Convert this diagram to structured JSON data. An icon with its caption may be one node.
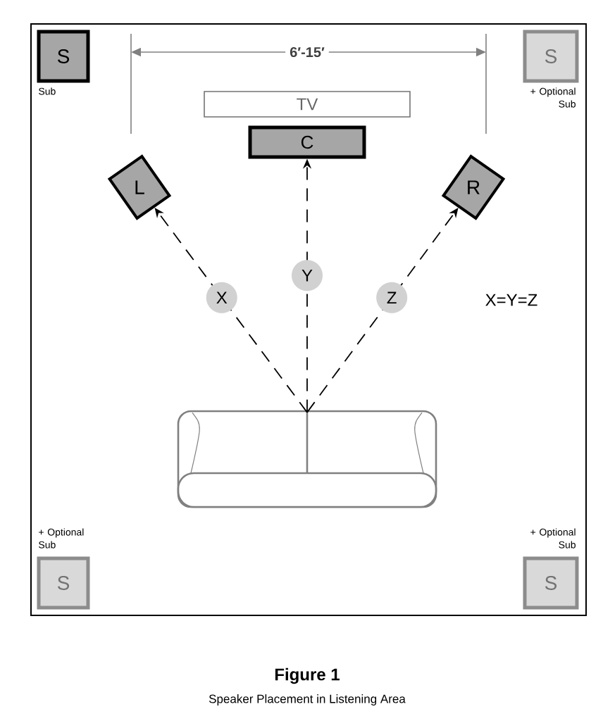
{
  "diagram": {
    "title": "Figure 1",
    "caption": "Speaker Placement in Listening Area",
    "nodes": [
      {
        "text": [
          "S"
        ],
        "beside": [
          "Sub"
        ]
      },
      {
        "text": [
          "S"
        ],
        "beside": [
          "+ Optional Sub"
        ]
      },
      {
        "text": [
          "TV"
        ]
      },
      {
        "text": [
          "C"
        ]
      },
      {
        "text": [
          "L"
        ]
      },
      {
        "text": [
          "R"
        ]
      },
      {
        "text": [],
        "shape": "sofa"
      },
      {
        "text": [
          "S"
        ],
        "beside": [
          "+ Optional Sub"
        ]
      },
      {
        "text": [
          "S"
        ],
        "beside": [
          "+ Optional Sub"
        ]
      }
    ],
    "edges": [
      {
        "from": 6,
        "to": 4,
        "arrow": "to",
        "style": "dashed",
        "label": "X"
      },
      {
        "from": 6,
        "to": 3,
        "arrow": "to",
        "style": "dashed",
        "label": "Y"
      },
      {
        "from": 6,
        "to": 5,
        "arrow": "to",
        "style": "dashed",
        "label": "Z"
      }
    ],
    "labels": [
      "6′-15′",
      "X=Y=Z"
    ]
  }
}
